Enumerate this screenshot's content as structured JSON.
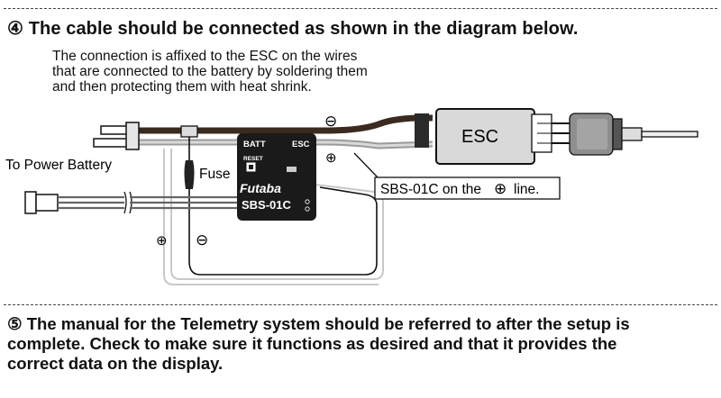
{
  "step4": {
    "number": "④",
    "title": "The cable should be connected as shown in the diagram below.",
    "note_lines": [
      "The connection is affixed to the ESC on the wires",
      "that are connected to the battery by soldering them",
      "and then protecting them with heat shrink."
    ]
  },
  "diagram": {
    "minus_symbol": "⊖",
    "plus_symbol": "⊕",
    "esc_label": "ESC",
    "batt_label": "BATT",
    "esc_port_label": "ESC",
    "reset_label": "RESET",
    "brand_label": "Futaba",
    "model_label": "SBS-01C",
    "to_battery_label": "To Power Battery",
    "fuse_label": "Fuse",
    "callout_before": "SBS-01C on the",
    "callout_after": "line."
  },
  "step5": {
    "number": "⑤",
    "lines": [
      "The manual for the Telemetry system should be referred to after the setup is",
      "complete. Check to make sure it functions as desired and that it provides the",
      "correct data on the display."
    ]
  }
}
